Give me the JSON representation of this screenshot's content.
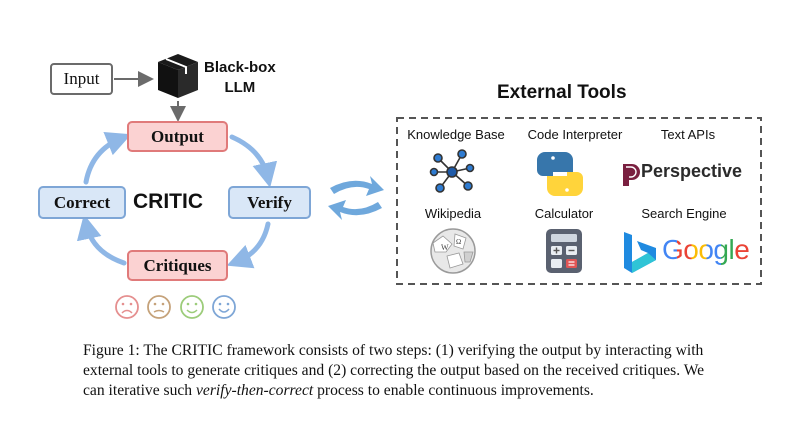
{
  "left": {
    "input_label": "Input",
    "llm_label_line1": "Black-box",
    "llm_label_line2": "LLM",
    "output_label": "Output",
    "correct_label": "Correct",
    "verify_label": "Verify",
    "critiques_label": "Critiques",
    "center_label": "CRITIC"
  },
  "tools": {
    "title": "External Tools",
    "items": [
      {
        "label": "Knowledge Base",
        "icon": "knowledge-graph-icon"
      },
      {
        "label": "Code Interpreter",
        "icon": "python-icon"
      },
      {
        "label": "Text APIs",
        "icon": "perspective-icon",
        "logo_text": "Perspective"
      },
      {
        "label": "Wikipedia",
        "icon": "wikipedia-globe-icon"
      },
      {
        "label": "Calculator",
        "icon": "calculator-icon"
      },
      {
        "label": "Search Engine",
        "icon": "bing-google-icon",
        "logo_text": "Google"
      }
    ]
  },
  "caption": {
    "prefix": "Figure 1: The CRITIC framework consists of two steps: (1) verifying the output by interacting with external tools to generate critiques and (2) correcting the output based on the received critiques. We can iterative such ",
    "emphasis": "verify-then-correct",
    "suffix": " process to enable continuous improvements."
  },
  "colors": {
    "red_fill": "#fbd2d2",
    "red_border": "#e07a7a",
    "blue_fill": "#d9e7f7",
    "blue_border": "#7ea6d6",
    "cycle_arrow": "#8fb7e6"
  }
}
